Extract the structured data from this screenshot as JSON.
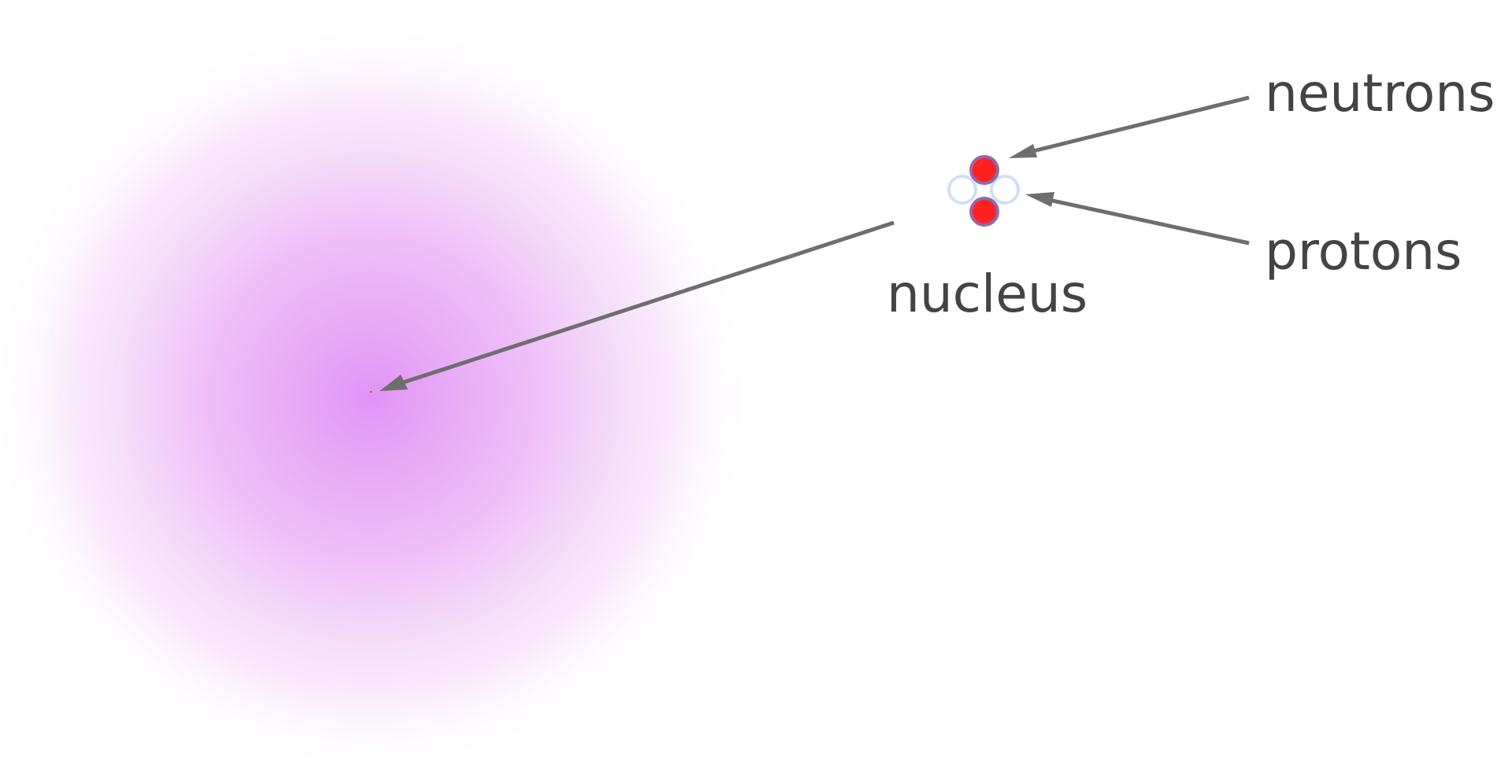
{
  "labels": {
    "neutrons": "neutrons",
    "protons": "protons",
    "nucleus": "nucleus"
  },
  "colors": {
    "electron_cloud": "#e08ef5",
    "proton_fill": "#ff2020",
    "proton_stroke": "#8c6bb1",
    "neutron_stroke": "#cfdff7",
    "arrow": "#6e6e6e",
    "text": "#444444"
  }
}
